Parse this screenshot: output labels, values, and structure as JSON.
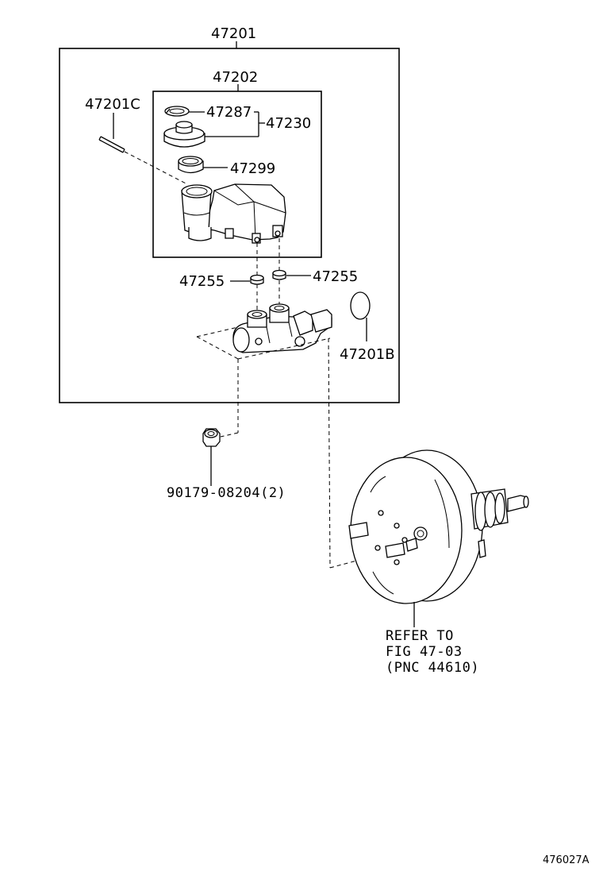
{
  "parts": {
    "assembly": "47201",
    "reservoir_assy": "47202",
    "pin": "47201C",
    "cap_ring": "47287",
    "cap_set": "47230",
    "strainer": "47299",
    "grommet_left": "47255",
    "grommet_right": "47255",
    "oring": "47201B",
    "nut": "90179-08204(2)"
  },
  "refer_note": {
    "line1": "REFER TO",
    "line2": "FIG 47-03",
    "line3": "(PNC 44610)"
  },
  "figure_id": "476027A"
}
